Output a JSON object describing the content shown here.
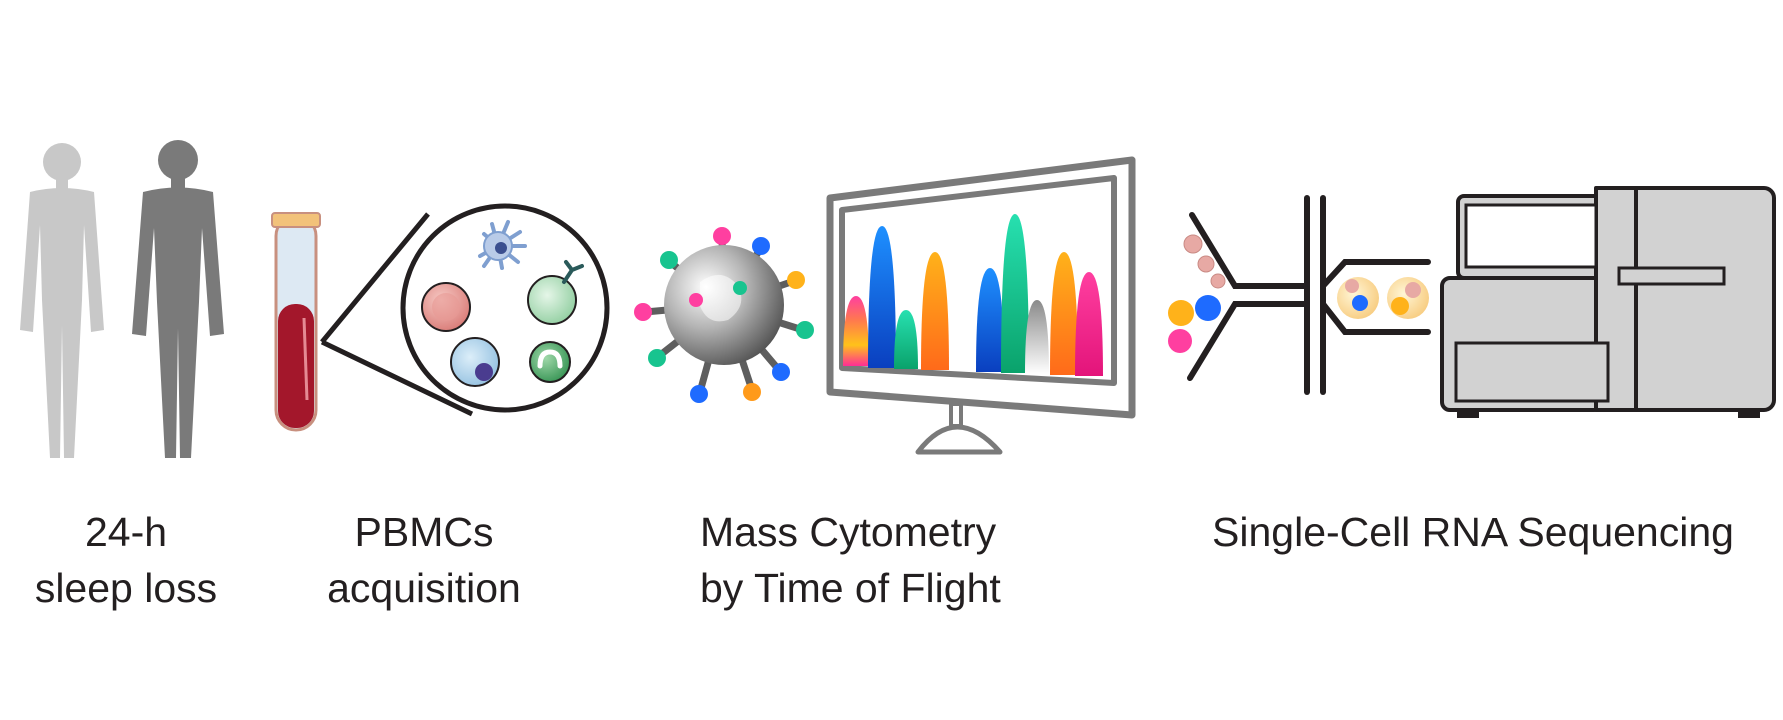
{
  "steps": [
    {
      "line1": "24-h",
      "line2": "sleep loss"
    },
    {
      "line1": "PBMCs",
      "line2": "acquisition"
    },
    {
      "line1": "Mass Cytometry",
      "line2": "by Time of Flight"
    },
    {
      "line1": "Single-Cell RNA Sequencing",
      "line2": ""
    }
  ],
  "icons": {
    "people": "human-silhouette-icon",
    "tube": "blood-tube-icon",
    "cells": "cell-magnifier-icon",
    "particle": "metal-tagged-cell-icon",
    "monitor": "spectrum-monitor-icon",
    "microfluidic": "droplet-junction-icon",
    "sequencer": "sequencer-machine-icon"
  },
  "colors": {
    "silhouette_light": "#c8c8c8",
    "silhouette_dark": "#7a7a7a",
    "outline": "#231f20",
    "blood": "#a3172b",
    "machine_gray": "#d2d2d2",
    "monitor_frame": "#7a7a7a"
  }
}
